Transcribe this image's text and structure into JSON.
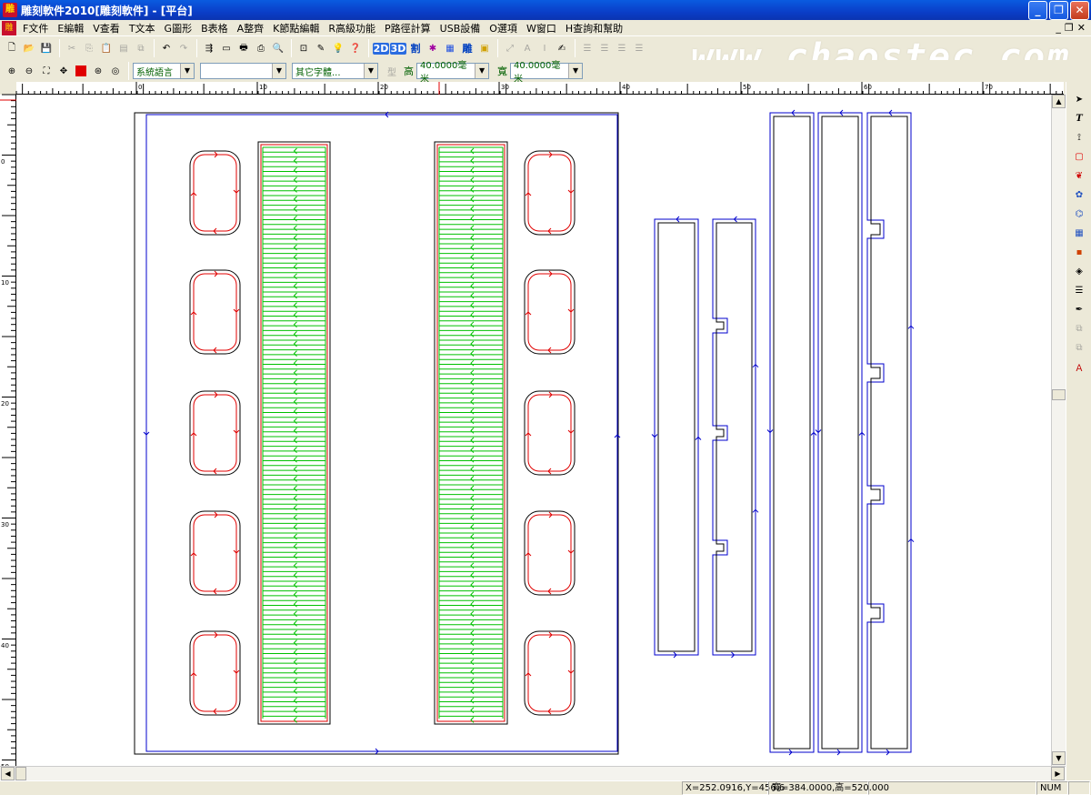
{
  "window": {
    "title": "雕刻軟件2010[雕刻軟件] - [平台]",
    "app_icon_text": "雕",
    "min_glyph": "_",
    "max_glyph": "❐",
    "close_glyph": "✕"
  },
  "menu": {
    "items": [
      "F文件",
      "E編輯",
      "V查看",
      "T文本",
      "G圖形",
      "B表格",
      "A整齊",
      "K節點編輯",
      "R高級功能",
      "P路徑計算",
      "USB設備",
      "O選項",
      "W窗口",
      "H查詢和幫助"
    ],
    "mdi_controls": [
      "_",
      "❐",
      "✕"
    ]
  },
  "toolbar1": {
    "btn_2d": "2D",
    "btn_3d": "3D",
    "btn_cut": "割",
    "btn_carve": "雕"
  },
  "toolbar2": {
    "language_combo": "系統語言",
    "font_combo": "",
    "other_font_combo": "其它字體...",
    "height_label": "高",
    "height_value": "40.0000毫米",
    "width_label": "寬",
    "width_value": "40.0000毫米",
    "style_btn": "型"
  },
  "watermark": "www.chaostec.com",
  "ruler": {
    "h_labels": [
      "0",
      "10",
      "20",
      "30",
      "40",
      "50",
      "60",
      "70"
    ],
    "v_labels": [
      "0",
      "10",
      "20",
      "30",
      "40",
      "50"
    ]
  },
  "status": {
    "coords": "X=252.0916,Y=456.6",
    "size": "寬=384.0000,高=520.000",
    "num": "NUM"
  },
  "colors": {
    "path_blue": "#0000cc",
    "path_red": "#e00000",
    "fill_green": "#00c000",
    "title_blue": "#0a4fd8"
  }
}
